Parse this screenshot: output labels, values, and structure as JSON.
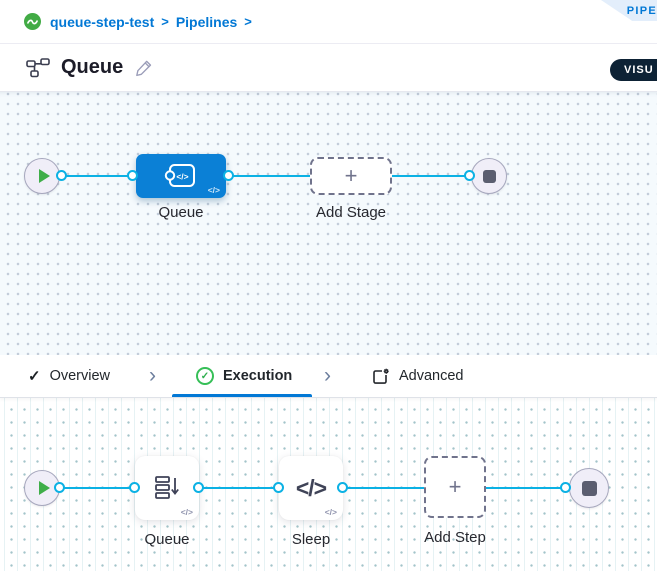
{
  "colors": {
    "accent_blue": "#0278d5",
    "connector_cyan": "#0bb1e4",
    "success_green": "#3fae49",
    "stage_node_blue": "#0b80d6",
    "toggle_pill_navy": "#0d2235"
  },
  "breadcrumb": {
    "sep": ">",
    "items": [
      {
        "label": "queue-step-test"
      },
      {
        "label": "Pipelines"
      }
    ]
  },
  "corner_ribbon": {
    "label": "PIPE"
  },
  "header": {
    "title": "Queue",
    "view_toggle_label": "VISU"
  },
  "stage_canvas": {
    "stage_label": "Queue",
    "stage_glyph": "</>",
    "stage_badge": "</>",
    "add_stage_plus": "+",
    "add_stage_label": "Add Stage"
  },
  "tabs": {
    "separator": "›",
    "overview": {
      "check": "✓",
      "label": "Overview",
      "active": false
    },
    "execution": {
      "check": "✓",
      "label": "Execution",
      "active": true
    },
    "advanced": {
      "label": "Advanced",
      "active": false
    }
  },
  "execution_canvas": {
    "steps": [
      {
        "label": "Queue",
        "badge": "</>"
      },
      {
        "label": "Sleep",
        "glyph": "</>",
        "badge": "</>"
      }
    ],
    "add_step_plus": "+",
    "add_step_label": "Add Step"
  }
}
